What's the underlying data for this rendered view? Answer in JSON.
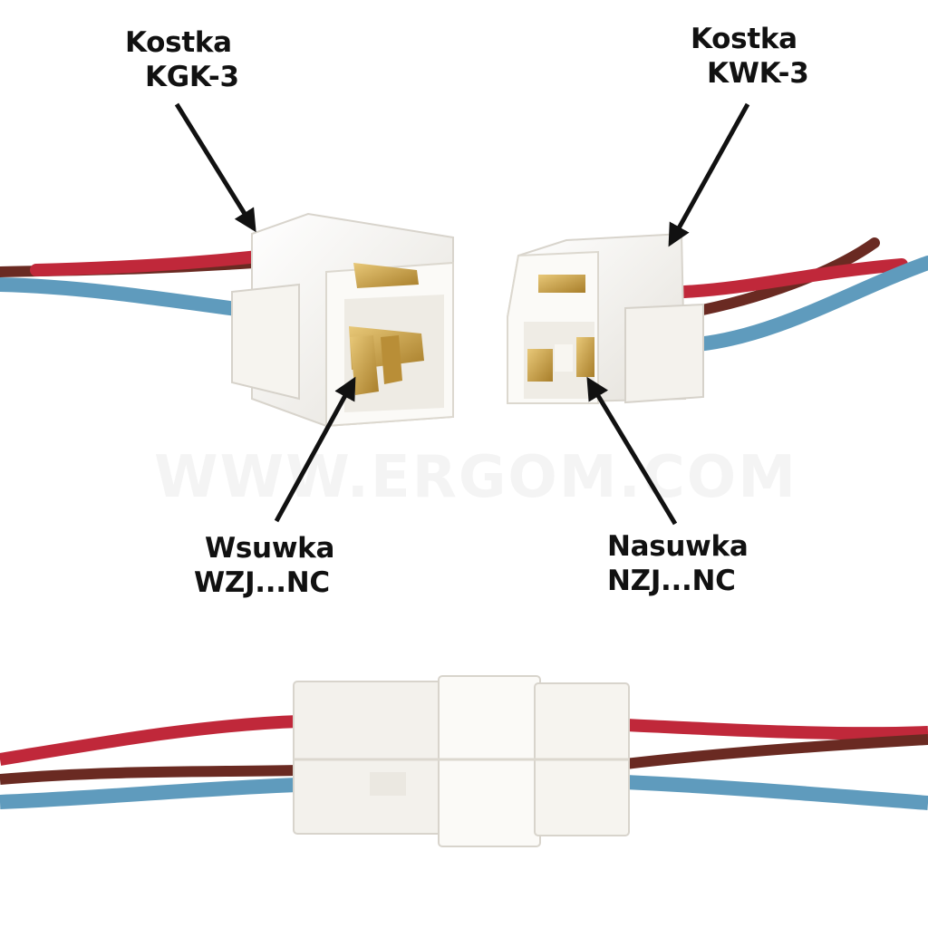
{
  "labels": {
    "kgk": {
      "line1": "Kostka",
      "line2": "KGK-3"
    },
    "kwk": {
      "line1": "Kostka",
      "line2": "KWK-3"
    },
    "wsuwka": {
      "line1": "Wsuwka",
      "line2": "WZJ...NC"
    },
    "nasuwka": {
      "line1": "Nasuwka",
      "line2": "NZJ...NC"
    }
  },
  "watermark": "WWW.ERGOM.COM",
  "colors": {
    "wire_red": "#c0283a",
    "wire_blue": "#5f9bbd",
    "wire_brown": "#6a2a22",
    "housing": "#f3f1ec",
    "terminal_gold": "#c9a24a",
    "arrow": "#111111"
  }
}
